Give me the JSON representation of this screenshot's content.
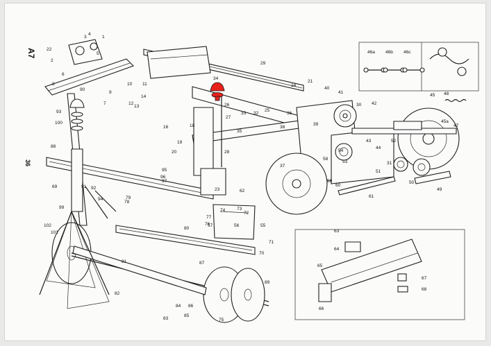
{
  "sheet": {
    "code": "A7",
    "page_number": "36"
  },
  "highlight_color": "#e8201a",
  "detail_box_a_labels": [
    "46a",
    "46b",
    "46c"
  ],
  "detail_box_b_labels": [
    "63",
    "64",
    "65",
    "66",
    "67",
    "68"
  ],
  "part_labels": [
    "22",
    "2",
    "3",
    "4",
    "1",
    "5",
    "6",
    "7",
    "8",
    "9",
    "10",
    "11",
    "12",
    "13",
    "14",
    "16",
    "18",
    "19",
    "20",
    "21",
    "23",
    "24",
    "25",
    "26",
    "27",
    "28",
    "29",
    "30",
    "31",
    "32",
    "33",
    "34",
    "35",
    "36",
    "37",
    "38",
    "39",
    "40",
    "41",
    "42",
    "43",
    "44",
    "45",
    "45a",
    "47",
    "48",
    "49",
    "50",
    "51",
    "52",
    "53",
    "54",
    "55",
    "56",
    "57",
    "58",
    "59",
    "60",
    "61",
    "62",
    "69",
    "70",
    "71",
    "72",
    "73",
    "74",
    "75",
    "76",
    "77",
    "78",
    "79",
    "80",
    "81",
    "82",
    "83",
    "84",
    "85",
    "86",
    "87",
    "88",
    "89",
    "90",
    "91",
    "92",
    "93",
    "94",
    "95",
    "96",
    "97",
    "99",
    "100",
    "101",
    "102"
  ]
}
